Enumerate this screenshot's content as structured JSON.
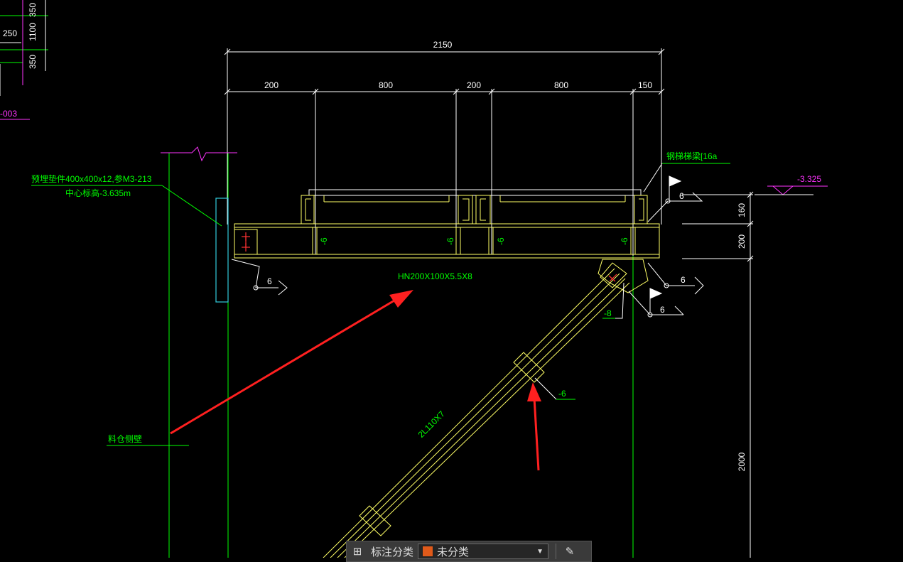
{
  "colors": {
    "background": "#000000",
    "dimension": "#ffffff",
    "grid": "#00ff00",
    "annotation": "#00ff00",
    "member": "#ffff66",
    "level": "#ff33ff",
    "embed_plate": "#33ccdd",
    "bolt": "#ff3333",
    "arrow": "#ff2020"
  },
  "dimensions": {
    "overall": "2150",
    "segments": [
      "200",
      "800",
      "200",
      "800",
      "150"
    ],
    "vertical": [
      "160",
      "200",
      "2000"
    ],
    "top_left": [
      "350",
      "1100",
      "350"
    ],
    "left_width": "250"
  },
  "labels": {
    "left_ref": "-003",
    "embed_note": "预埋垫件400x400x12,参M3-213",
    "center_elev": "中心标高-3.635m",
    "top_right_note": "钢梯梯梁[16a",
    "level_mark": "-3.325",
    "beam_section": "HN200X100X5.5X8",
    "brace_section": "2L110X7",
    "silo_wall": "料仓侧壁",
    "stiffener_thk": [
      "-6",
      "-6",
      "-6",
      "-6"
    ],
    "plate_thk_8": "-8",
    "plate_thk_6": "-6",
    "weld_sizes": [
      "6",
      "6",
      "6",
      "6"
    ]
  },
  "toolbar": {
    "icon_left": "layout-icon",
    "label": "标注分类",
    "select_value": "未分类",
    "select_color": "#e05a1a",
    "icon_right": "edit-note-icon"
  }
}
